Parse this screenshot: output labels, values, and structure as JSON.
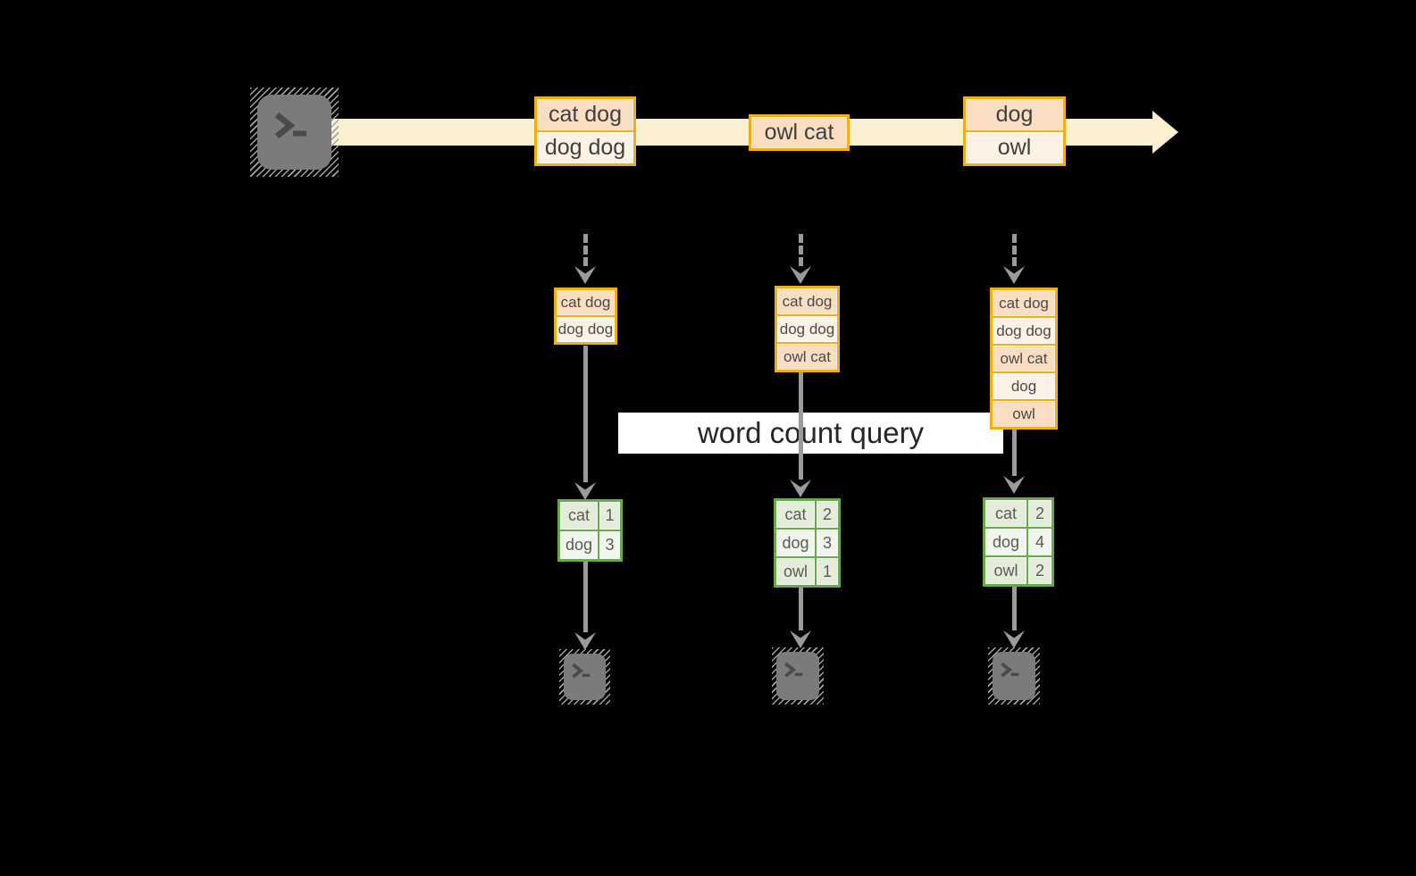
{
  "canvas": {
    "width": "1585",
    "height": "981",
    "background": "#000000"
  },
  "query_label": "word count query",
  "stream": {
    "messages": [
      {
        "rows": [
          "cat dog",
          "dog dog"
        ]
      },
      {
        "rows": [
          "owl cat"
        ]
      },
      {
        "rows": [
          "dog",
          "owl"
        ]
      }
    ]
  },
  "columns": [
    {
      "state_rows": [
        "cat dog",
        "dog dog"
      ],
      "counts": [
        {
          "word": "cat",
          "count": "1"
        },
        {
          "word": "dog",
          "count": "3"
        }
      ]
    },
    {
      "state_rows": [
        "cat dog",
        "dog dog",
        "owl cat"
      ],
      "counts": [
        {
          "word": "cat",
          "count": "2"
        },
        {
          "word": "dog",
          "count": "3"
        },
        {
          "word": "owl",
          "count": "1"
        }
      ]
    },
    {
      "state_rows": [
        "cat dog",
        "dog dog",
        "owl cat",
        "dog",
        "owl"
      ],
      "counts": [
        {
          "word": "cat",
          "count": "2"
        },
        {
          "word": "dog",
          "count": "4"
        },
        {
          "word": "owl",
          "count": "2"
        }
      ]
    }
  ],
  "icons": {
    "source": "terminal-icon",
    "sinks": [
      "terminal-icon",
      "terminal-icon",
      "terminal-icon"
    ]
  },
  "colors": {
    "gold_border": "#efae1a",
    "peach_fill": "#f9dec2",
    "cream_fill": "#fdf2e4",
    "green_border": "#6aa84f",
    "green_fill_dark": "#e4edd9",
    "green_fill_light": "#f1f6ec",
    "stream_band": "#fbf0cf",
    "arrow_gray": "#9b9b9b",
    "icon_gray": "#7b7b7b"
  }
}
